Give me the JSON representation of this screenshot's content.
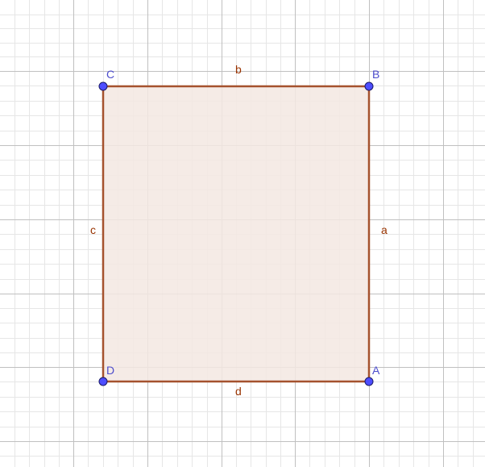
{
  "colors": {
    "background": "#ffffff",
    "minor_grid": "#e6e6e6",
    "major_grid": "#c0c0c0",
    "polygon_fill": "#f3e8e2",
    "polygon_stroke": "#a5522e",
    "point_fill": "#4d4dff",
    "point_stroke": "#1a1a66",
    "point_label": "#4d4dcc",
    "segment_label": "#993300"
  },
  "polygon": {
    "name": "rectangle",
    "vertices": [
      "A",
      "B",
      "C",
      "D"
    ]
  },
  "points": [
    {
      "id": "A",
      "label": "A"
    },
    {
      "id": "B",
      "label": "B"
    },
    {
      "id": "C",
      "label": "C"
    },
    {
      "id": "D",
      "label": "D"
    }
  ],
  "segments": [
    {
      "id": "a",
      "label": "a",
      "from": "A",
      "to": "B"
    },
    {
      "id": "b",
      "label": "b",
      "from": "B",
      "to": "C"
    },
    {
      "id": "c",
      "label": "c",
      "from": "C",
      "to": "D"
    },
    {
      "id": "d",
      "label": "d",
      "from": "D",
      "to": "A"
    }
  ]
}
